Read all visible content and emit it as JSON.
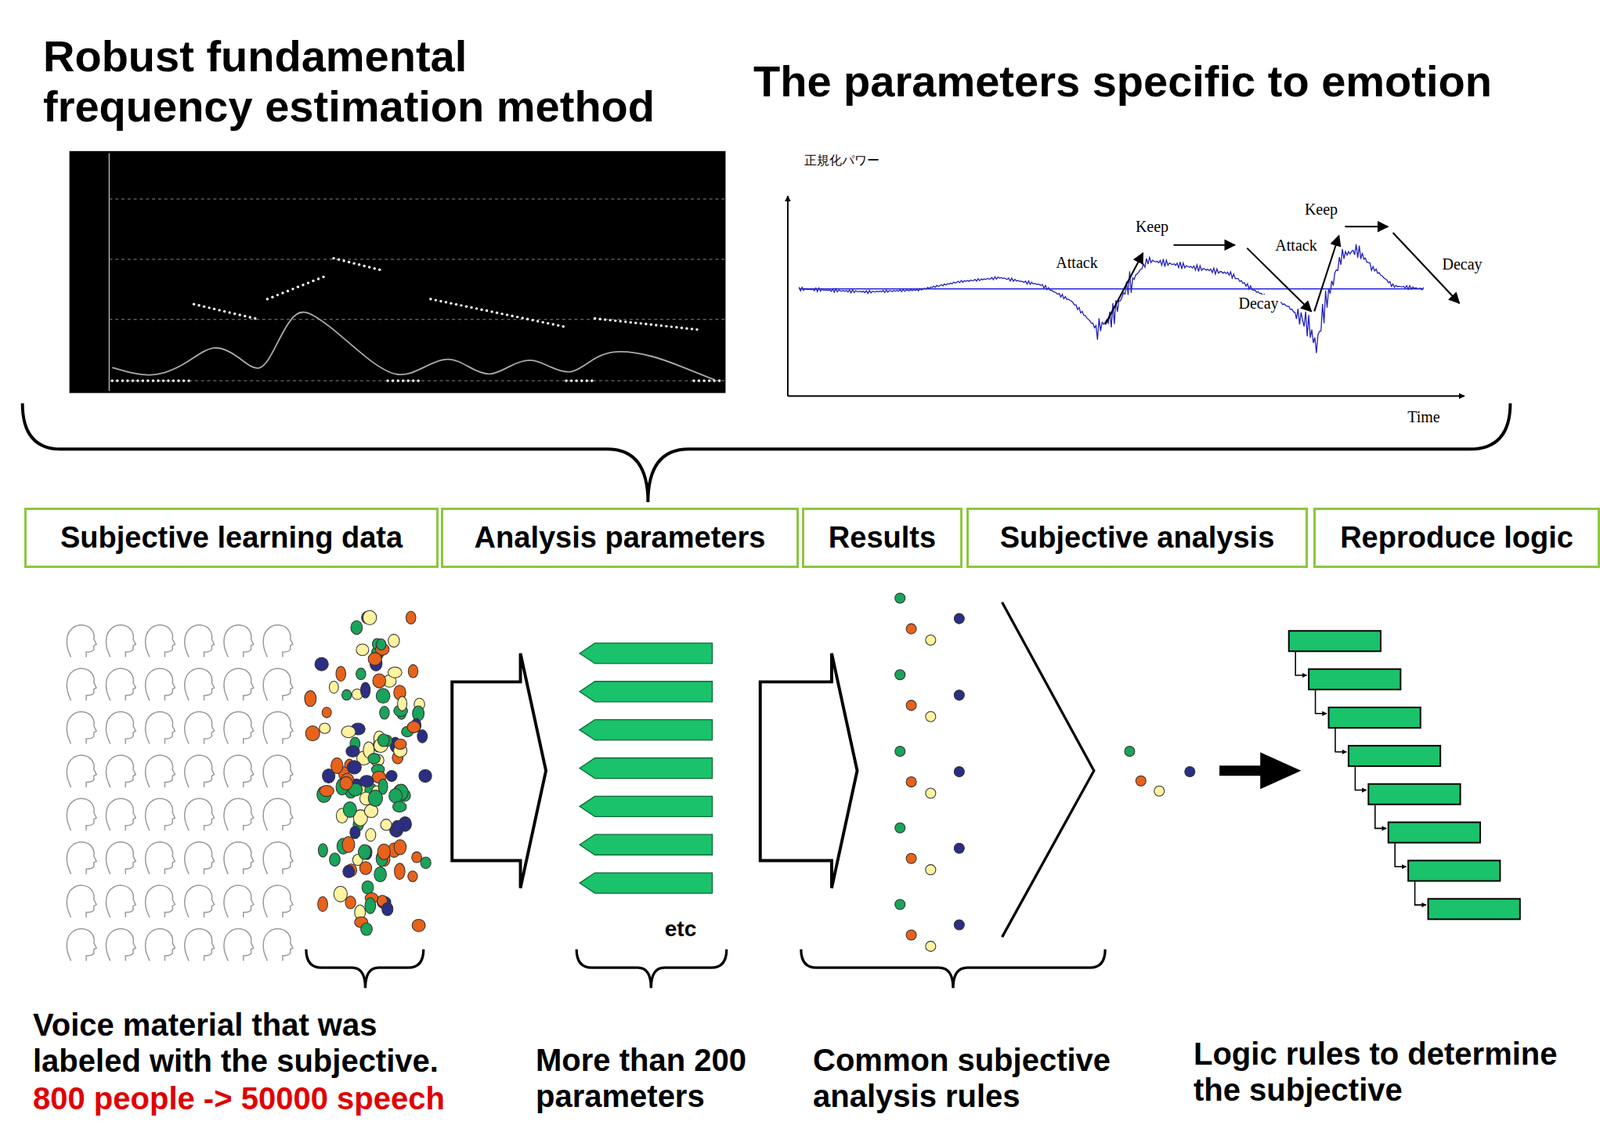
{
  "diagram": {
    "nodes": [
      {
        "text": [
          "Subjective learning data"
        ]
      },
      {
        "text": [
          "Analysis parameters"
        ]
      },
      {
        "text": [
          "Results"
        ]
      },
      {
        "text": [
          "Subjective analysis"
        ]
      },
      {
        "text": [
          "Reproduce logic"
        ]
      }
    ],
    "labels": [
      "Robust fundamental frequency estimation method",
      "The parameters specific to emotion",
      "正規化パワー",
      "Attack",
      "Keep",
      "Attack",
      "Keep",
      "Decay",
      "Decay",
      "Time",
      "etc",
      "Voice material that was labeled with the subjective.",
      "800 people -> 50000 speech",
      "More than 200 parameters",
      "Common subjective analysis rules",
      "Logic rules to determine the subjective"
    ]
  }
}
